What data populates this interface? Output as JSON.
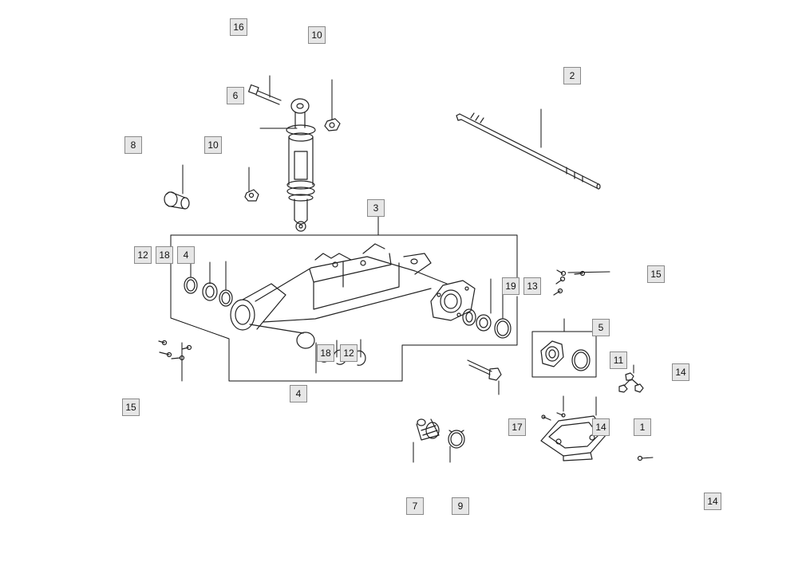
{
  "callouts": [
    {
      "id": "c-16a",
      "label": "16"
    },
    {
      "id": "c-10a",
      "label": "10"
    },
    {
      "id": "c-2",
      "label": "2"
    },
    {
      "id": "c-6",
      "label": "6"
    },
    {
      "id": "c-8",
      "label": "8"
    },
    {
      "id": "c-10b",
      "label": "10"
    },
    {
      "id": "c-3",
      "label": "3"
    },
    {
      "id": "c-12a",
      "label": "12"
    },
    {
      "id": "c-18a",
      "label": "18"
    },
    {
      "id": "c-4a",
      "label": "4"
    },
    {
      "id": "c-19",
      "label": "19"
    },
    {
      "id": "c-13",
      "label": "13"
    },
    {
      "id": "c-15a",
      "label": "15"
    },
    {
      "id": "c-5",
      "label": "5"
    },
    {
      "id": "c-18b",
      "label": "18"
    },
    {
      "id": "c-12b",
      "label": "12"
    },
    {
      "id": "c-11",
      "label": "11"
    },
    {
      "id": "c-14a",
      "label": "14"
    },
    {
      "id": "c-4b",
      "label": "4"
    },
    {
      "id": "c-15b",
      "label": "15"
    },
    {
      "id": "c-17",
      "label": "17"
    },
    {
      "id": "c-14b",
      "label": "14"
    },
    {
      "id": "c-1",
      "label": "1"
    },
    {
      "id": "c-7",
      "label": "7"
    },
    {
      "id": "c-9",
      "label": "9"
    },
    {
      "id": "c-14c",
      "label": "14"
    }
  ]
}
